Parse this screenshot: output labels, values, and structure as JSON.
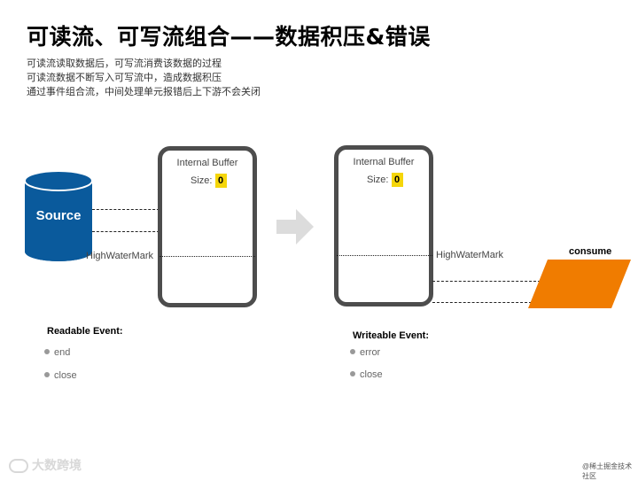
{
  "slide": {
    "title": "可读流、可写流组合——数据积压&错误",
    "description": [
      "可读流读取数据后，可写流消费该数据的过程",
      "可读流数据不断写入可写流中，造成数据积压",
      "通过事件组合流，中间处理单元报错后上下游不会关闭"
    ]
  },
  "source": {
    "label": "Source",
    "color": "#0a5a9c"
  },
  "readable": {
    "buffer_label": "Internal Buffer",
    "size_label": "Size:",
    "size_value": "0",
    "hwm_label": "HighWaterMark",
    "events_title": "Readable Event:",
    "events": [
      "end",
      "close"
    ]
  },
  "writable": {
    "buffer_label": "Internal Buffer",
    "size_label": "Size:",
    "size_value": "0",
    "hwm_label": "HighWaterMark",
    "events_title": "Writeable Event:",
    "events": [
      "error",
      "close"
    ]
  },
  "consumer": {
    "label": "consume",
    "color": "#f07c00"
  },
  "arrow": {
    "icon": "arrow-right-icon",
    "color": "#dcdcdc"
  },
  "footer": {
    "left_text": "大数跨境",
    "right_text": "@稀土掘金技术社区"
  }
}
